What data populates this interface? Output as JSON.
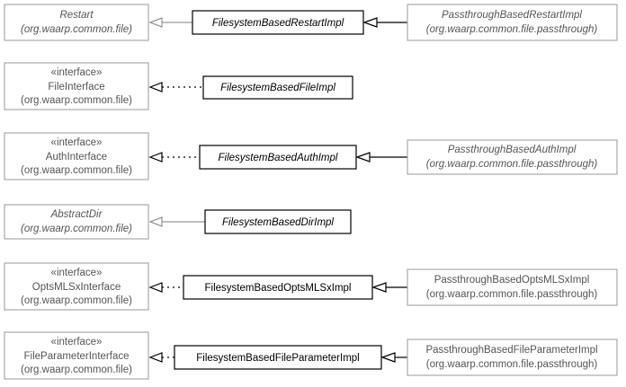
{
  "rows": [
    {
      "parent": {
        "stereotype": "",
        "name": "Restart",
        "package": "(org.waarp.common.file)",
        "italic": true
      },
      "impl": {
        "name": "FilesystemBasedRestartImpl",
        "italic": true
      },
      "child": {
        "name": "PassthroughBasedRestartImpl",
        "package": "(org.waarp.common.file.passthrough)",
        "italic": true
      }
    },
    {
      "parent": {
        "stereotype": "«interface»",
        "name": "FileInterface",
        "package": "(org.waarp.common.file)",
        "italic": false
      },
      "impl": {
        "name": "FilesystemBasedFileImpl",
        "italic": true
      },
      "child": null
    },
    {
      "parent": {
        "stereotype": "«interface»",
        "name": "AuthInterface",
        "package": "(org.waarp.common.file)",
        "italic": false
      },
      "impl": {
        "name": "FilesystemBasedAuthImpl",
        "italic": true
      },
      "child": {
        "name": "PassthroughBasedAuthImpl",
        "package": "(org.waarp.common.file.passthrough)",
        "italic": true
      }
    },
    {
      "parent": {
        "stereotype": "",
        "name": "AbstractDir",
        "package": "(org.waarp.common.file)",
        "italic": true
      },
      "impl": {
        "name": "FilesystemBasedDirImpl",
        "italic": true
      },
      "child": null
    },
    {
      "parent": {
        "stereotype": "«interface»",
        "name": "OptsMLSxInterface",
        "package": "(org.waarp.common.file)",
        "italic": false
      },
      "impl": {
        "name": "FilesystemBasedOptsMLSxImpl",
        "italic": false
      },
      "child": {
        "name": "PassthroughBasedOptsMLSxImpl",
        "package": "(org.waarp.common.file.passthrough)",
        "italic": false
      }
    },
    {
      "parent": {
        "stereotype": "«interface»",
        "name": "FileParameterInterface",
        "package": "(org.waarp.common.file)",
        "italic": false
      },
      "impl": {
        "name": "FilesystemBasedFileParameterImpl",
        "italic": false
      },
      "child": {
        "name": "PassthroughBasedFileParameterImpl",
        "package": "(org.waarp.common.file.passthrough)",
        "italic": false
      }
    }
  ],
  "relations": [
    {
      "from": "FilesystemBasedRestartImpl",
      "to": "Restart",
      "type": "extends"
    },
    {
      "from": "PassthroughBasedRestartImpl",
      "to": "FilesystemBasedRestartImpl",
      "type": "extends"
    },
    {
      "from": "FilesystemBasedFileImpl",
      "to": "FileInterface",
      "type": "implements"
    },
    {
      "from": "FilesystemBasedAuthImpl",
      "to": "AuthInterface",
      "type": "implements"
    },
    {
      "from": "PassthroughBasedAuthImpl",
      "to": "FilesystemBasedAuthImpl",
      "type": "extends"
    },
    {
      "from": "FilesystemBasedDirImpl",
      "to": "AbstractDir",
      "type": "extends"
    },
    {
      "from": "FilesystemBasedOptsMLSxImpl",
      "to": "OptsMLSxInterface",
      "type": "implements"
    },
    {
      "from": "PassthroughBasedOptsMLSxImpl",
      "to": "FilesystemBasedOptsMLSxImpl",
      "type": "extends"
    },
    {
      "from": "FilesystemBasedFileParameterImpl",
      "to": "FileParameterInterface",
      "type": "implements"
    },
    {
      "from": "PassthroughBasedFileParameterImpl",
      "to": "FilesystemBasedFileParameterImpl",
      "type": "extends"
    }
  ]
}
